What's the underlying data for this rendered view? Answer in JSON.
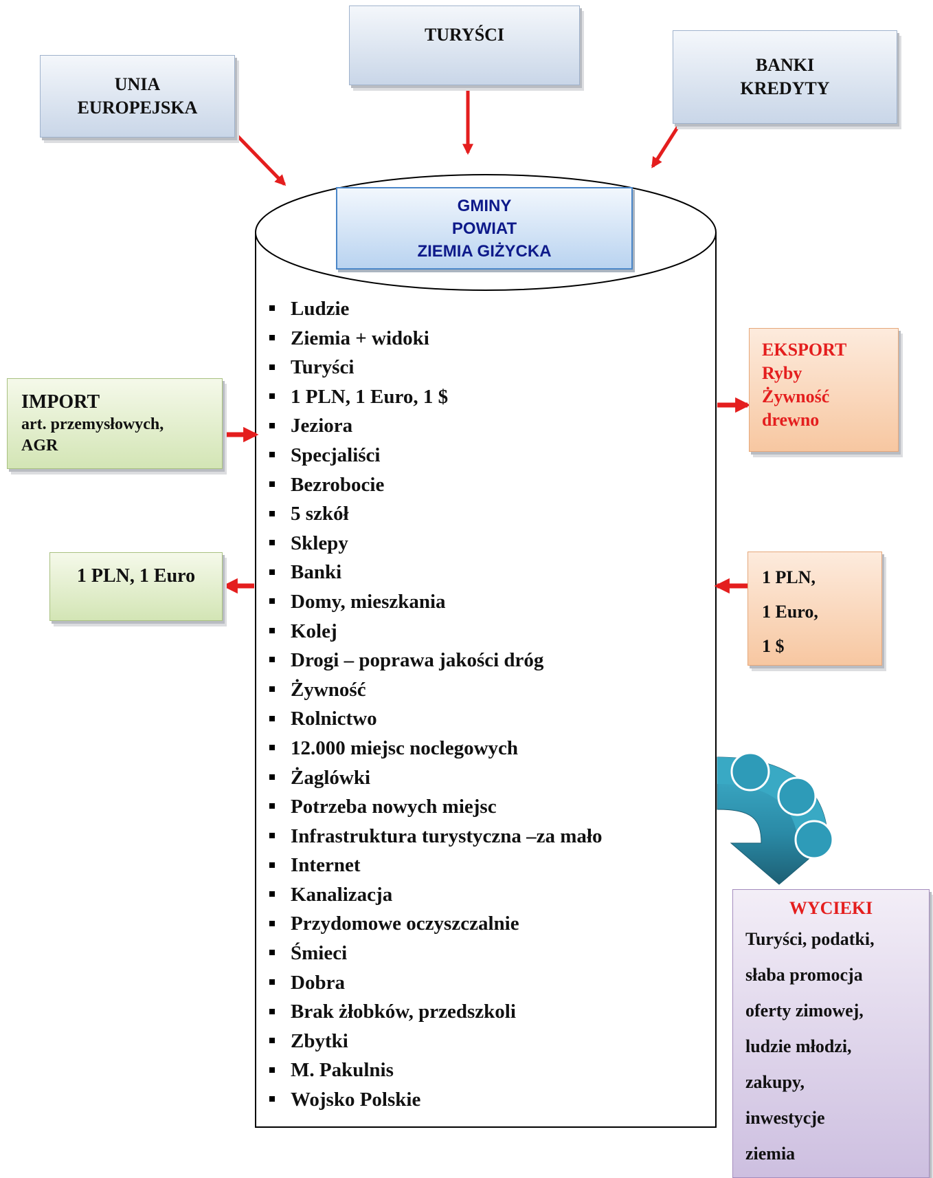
{
  "top_boxes": {
    "unia": [
      "UNIA",
      "EUROPEJSKA"
    ],
    "turysci": "TURYŚCI",
    "banki": [
      "BANKI",
      "KREDYTY"
    ]
  },
  "center": {
    "title_lines": [
      "GMINY",
      "POWIAT",
      "ZIEMIA GIŻYCKA"
    ],
    "items": [
      "Ludzie",
      "Ziemia + widoki",
      "Turyści",
      "1 PLN, 1 Euro, 1 $",
      "Jeziora",
      "Specjaliści",
      "Bezrobocie",
      "5 szkół",
      "Sklepy",
      "Banki",
      "Domy, mieszkania",
      "Kolej",
      "Drogi – poprawa jakości dróg",
      "Żywność",
      "Rolnictwo",
      "12.000 miejsc noclegowych",
      "Żaglówki",
      "Potrzeba nowych miejsc",
      "Infrastruktura turystyczna –za mało",
      "Internet",
      "Kanalizacja",
      "Przydomowe oczyszczalnie",
      "Śmieci",
      "Dobra",
      "Brak żłobków, przedszkoli",
      "Zbytki",
      "M. Pakulnis",
      "Wojsko Polskie"
    ]
  },
  "import": {
    "title": "IMPORT",
    "lines": [
      "art. przemysłowych,",
      "AGR"
    ]
  },
  "outflow_left": "1 PLN, 1 Euro",
  "eksport": {
    "lines": [
      "EKSPORT",
      "Ryby",
      "Żywność",
      "drewno"
    ]
  },
  "inflow_right": [
    "1 PLN,",
    "1 Euro,",
    "1 $"
  ],
  "wycieki": {
    "title": "WYCIEKI",
    "lines": [
      "Turyści, podatki,",
      "słaba promocja",
      "oferty zimowej,",
      "ludzie młodzi,",
      "zakupy,",
      "inwestycje",
      "ziemia"
    ]
  },
  "colors": {
    "arrow": "#e41e1e",
    "title_blue": "#0e1a8a",
    "teal_arrow": "#2e9bb8"
  }
}
